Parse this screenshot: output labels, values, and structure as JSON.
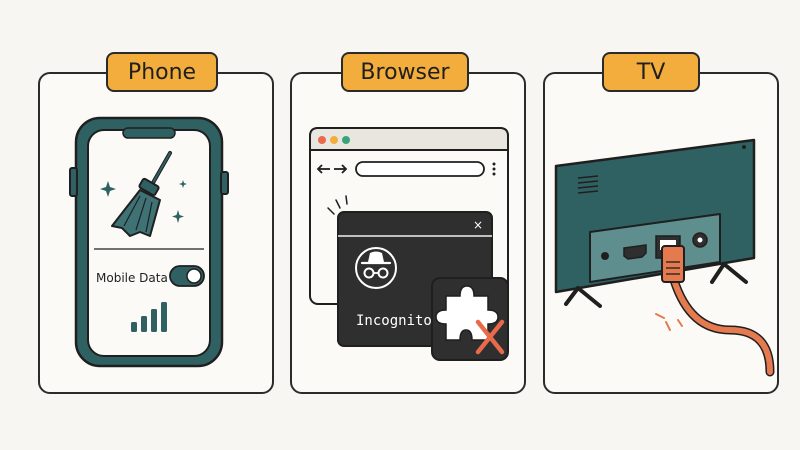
{
  "panels": {
    "phone": {
      "title": "Phone",
      "toggle_label": "Mobile Data",
      "toggle_on": true
    },
    "browser": {
      "title": "Browser",
      "incognito_label": "Incognito",
      "close_glyph": "×"
    },
    "tv": {
      "title": "TV"
    }
  },
  "icons": {
    "phone": [
      "broom-icon",
      "sparkle-icon",
      "toggle-switch-icon",
      "signal-bars-icon"
    ],
    "browser": [
      "back-arrow-icon",
      "forward-arrow-icon",
      "menu-dots-icon",
      "incognito-icon",
      "puzzle-extension-icon",
      "cross-icon"
    ],
    "tv": [
      "hdmi-port-icon",
      "ethernet-port-icon",
      "ethernet-cable-icon",
      "coax-port-icon"
    ]
  },
  "colors": {
    "accent": "#f3ad3c",
    "teal": "#2f6163",
    "dark": "#2f2f2f",
    "cable": "#e57a4e",
    "cross": "#e86a4b"
  }
}
